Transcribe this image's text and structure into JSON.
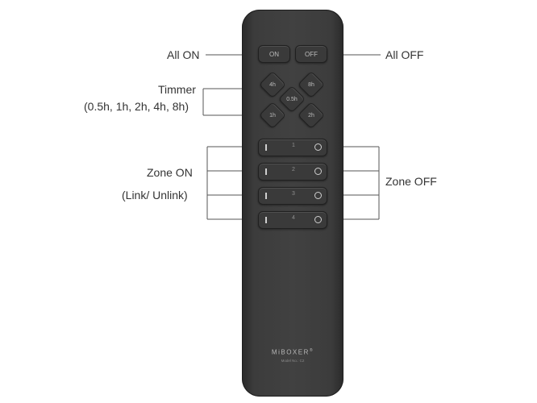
{
  "remote": {
    "on_label": "ON",
    "off_label": "OFF",
    "timer_buttons": [
      "4h",
      "8h",
      "0.5h",
      "1h",
      "2h"
    ],
    "zones": [
      "1",
      "2",
      "3",
      "4"
    ],
    "brand": "MiBOXER",
    "brand_mark": "®",
    "model": "Model No.: C2"
  },
  "callouts": {
    "all_on": "All ON",
    "all_off": "All OFF",
    "timer_title": "Timmer",
    "timer_values": "(0.5h, 1h, 2h, 4h, 8h)",
    "zone_on": "Zone ON",
    "zone_on_note": "(Link/ Unlink)",
    "zone_off": "Zone OFF"
  },
  "colors": {
    "remote_body": "#3c3c3c",
    "button": "#3a3a3a",
    "callout_line": "#555555",
    "callout_text": "#333333"
  }
}
